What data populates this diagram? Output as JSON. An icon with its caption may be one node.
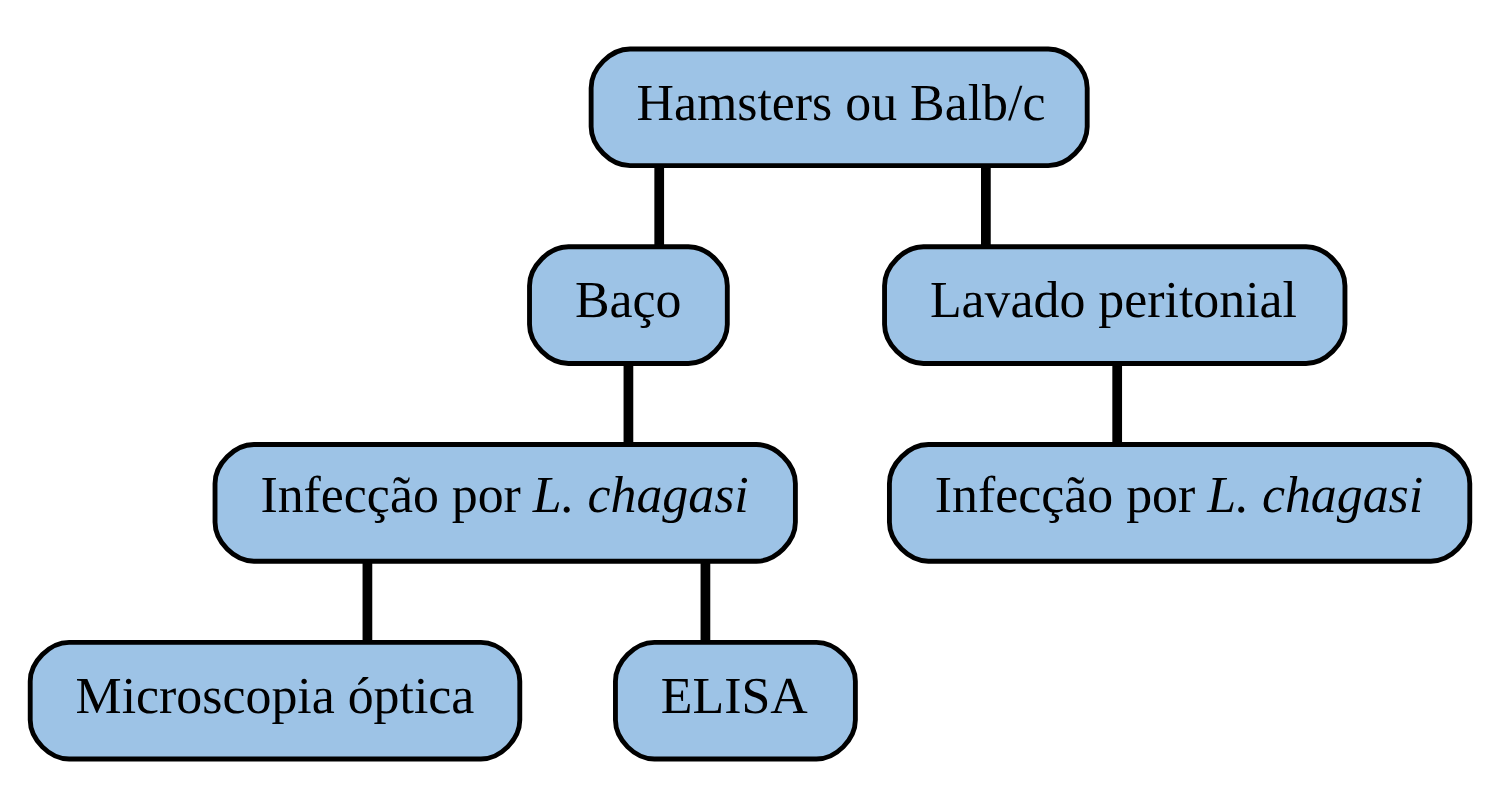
{
  "diagram": {
    "nodes": [
      {
        "text": [
          "Hamsters ou Balb/c"
        ]
      },
      {
        "text": [
          "Baço"
        ]
      },
      {
        "text": [
          "Lavado peritonial"
        ]
      },
      {
        "text": [
          "Infecção por *L. chagasi*"
        ]
      },
      {
        "text": [
          "Infecção por *L. chagasi*"
        ]
      },
      {
        "text": [
          "Microscopia óptica"
        ]
      },
      {
        "text": [
          "ELISA"
        ]
      }
    ],
    "edges": [
      {
        "from": 0,
        "to": 1,
        "arrow": "none"
      },
      {
        "from": 0,
        "to": 2,
        "arrow": "none"
      },
      {
        "from": 1,
        "to": 3,
        "arrow": "none"
      },
      {
        "from": 2,
        "to": 4,
        "arrow": "none"
      },
      {
        "from": 3,
        "to": 5,
        "arrow": "none"
      },
      {
        "from": 3,
        "to": 6,
        "arrow": "none"
      }
    ]
  }
}
